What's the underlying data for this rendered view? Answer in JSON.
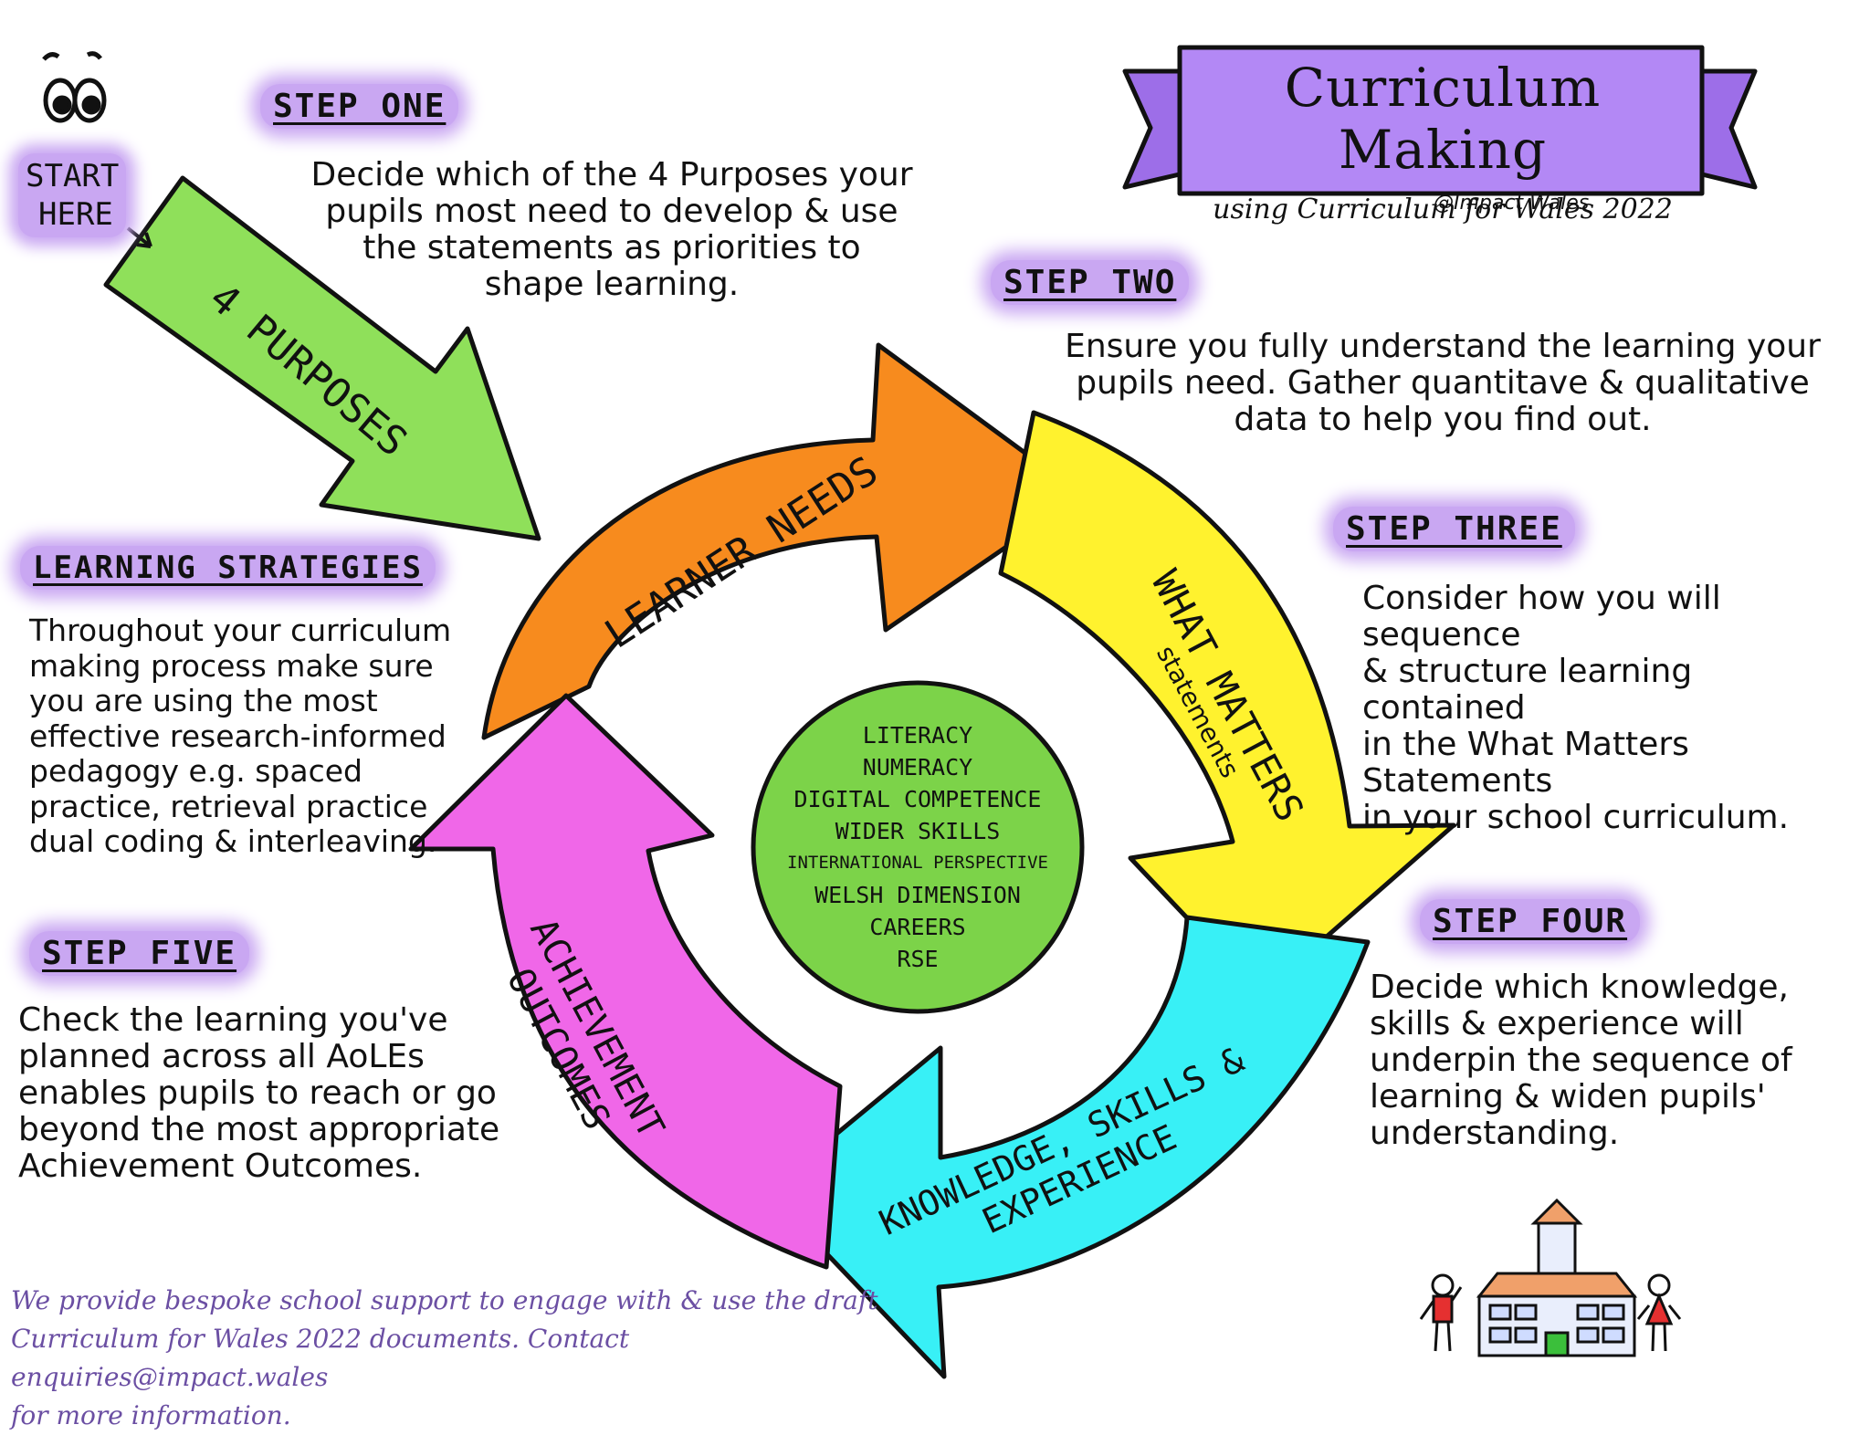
{
  "header": {
    "title": "Curriculum Making",
    "subtitle": "using Curriculum for Wales 2022",
    "handle": "@Impact Wales",
    "banner_color": "#b388f5"
  },
  "start": {
    "label_line1": "START",
    "label_line2": "HERE"
  },
  "steps": {
    "one": {
      "title": "STEP ONE",
      "lines": [
        "Decide which of the 4 Purposes your",
        "pupils most need to develop & use",
        "the statements as priorities to",
        "shape learning."
      ]
    },
    "two": {
      "title": "STEP TWO",
      "lines": [
        "Ensure you fully understand the learning your",
        "pupils need. Gather quantitave & qualitative",
        "data to help you find out."
      ]
    },
    "three": {
      "title": "STEP THREE",
      "lines": [
        "Consider how you will sequence",
        "& structure learning contained",
        "in the What Matters Statements",
        "in your school curriculum."
      ]
    },
    "four": {
      "title": "STEP FOUR",
      "lines": [
        "Decide which knowledge,",
        "skills & experience will",
        "underpin the sequence of",
        "learning & widen pupils'",
        "understanding."
      ]
    },
    "five": {
      "title": "STEP FIVE",
      "lines": [
        "Check the learning you've",
        "planned across all AoLEs",
        "enables pupils to reach or go",
        "beyond the most appropriate",
        "Achievement Outcomes."
      ]
    },
    "strategies": {
      "title": "LEARNING STRATEGIES",
      "lines": [
        "Throughout your curriculum",
        "making process make sure",
        "you are using the most",
        "effective research-informed",
        "pedagogy e.g. spaced",
        "practice, retrieval practice",
        "dual coding & interleaving."
      ]
    }
  },
  "arrows": {
    "purposes": {
      "label": "4 PURPOSES",
      "color": "#8fe05a"
    },
    "learner_needs": {
      "label": "LEARNER NEEDS",
      "color": "#f78b1e"
    },
    "what_matters": {
      "label": "WHAT MATTERS",
      "sublabel": "statements",
      "color": "#fff22e"
    },
    "knowledge": {
      "label_line1": "KNOWLEDGE, SKILLS &",
      "label_line2": "EXPERIENCE",
      "color": "#38f0f6"
    },
    "achievement": {
      "label_line1": "ACHIEVEMENT",
      "label_line2": "OUTCOMES",
      "color": "#f067e8"
    }
  },
  "center": {
    "color": "#7cd349",
    "items": [
      "LITERACY",
      "NUMERACY",
      "DIGITAL COMPETENCE",
      "WIDER SKILLS",
      "INTERNATIONAL PERSPECTIVE",
      "WELSH DIMENSION",
      "CAREERS",
      "RSE"
    ]
  },
  "footer": {
    "lines": [
      "We provide bespoke school support to engage with & use the draft",
      "Curriculum for Wales 2022 documents. Contact enquiries@impact.wales",
      "for more information."
    ]
  }
}
